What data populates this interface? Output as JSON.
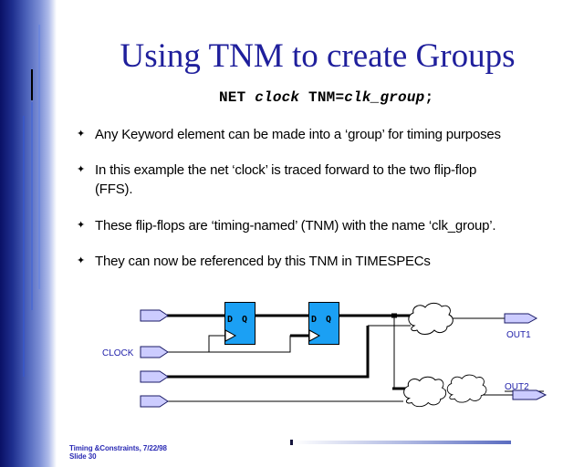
{
  "colors": {
    "title_text": "#1F1F9C",
    "body_text": "#000000",
    "diagram_label": "#2222AA",
    "footer_text": "#2A2AB4",
    "ff_fill": "#1BA0F4",
    "pad_fill": "#CCCCFF",
    "pad_stroke": "#1A1A66",
    "wire": "#000000"
  },
  "header": {
    "title": "Using TNM to create Groups"
  },
  "code": {
    "seg_net": "NET ",
    "seg_clock": "clock",
    "seg_tnm": " TNM=",
    "seg_group": "clk_group",
    "seg_semi": ";"
  },
  "content": {
    "bullet_marker": "✦",
    "bullets": [
      {
        "text": "Any Keyword element can be made into a ‘group’ for timing purposes"
      },
      {
        "text": "In this example the net ‘clock’ is traced forward to the two flip-flop\n(FFS)."
      },
      {
        "text": "These flip-flops are ‘timing-named’ (TNM) with the name ‘clk_group’."
      },
      {
        "text": "They can now be referenced by this TNM in TIMESPECs"
      }
    ]
  },
  "diagram": {
    "clock_label": "CLOCK",
    "out1_label": "OUT1",
    "out2_label": "OUT2",
    "ff_d_label": "D",
    "ff_q_label": "Q"
  },
  "footer": {
    "line1": "Timing &Constraints, 7/22/98",
    "line2": "Slide 30"
  }
}
